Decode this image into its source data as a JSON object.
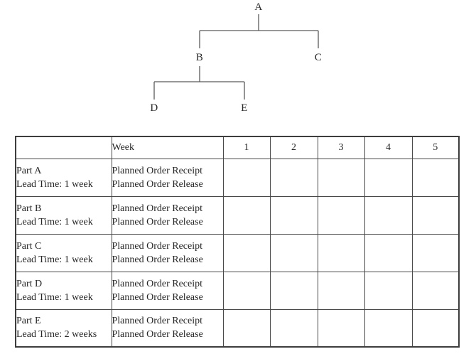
{
  "figure": {
    "type": "product-structure-tree-and-mrp-table"
  },
  "tree": {
    "nodes": [
      {
        "id": "a",
        "label": "A"
      },
      {
        "id": "b",
        "label": "B"
      },
      {
        "id": "c",
        "label": "C"
      },
      {
        "id": "d",
        "label": "D"
      },
      {
        "id": "e",
        "label": "E"
      }
    ],
    "edges": [
      {
        "from": "A",
        "to": "B"
      },
      {
        "from": "A",
        "to": "C"
      },
      {
        "from": "B",
        "to": "D"
      },
      {
        "from": "B",
        "to": "E"
      }
    ]
  },
  "table": {
    "header": {
      "part_col": "",
      "week_label": "Week",
      "weeks": [
        "1",
        "2",
        "3",
        "4",
        "5"
      ]
    },
    "rows": [
      {
        "part": "Part A",
        "lead_time": "Lead Time: 1 week",
        "line1": "Planned Order Receipt",
        "line2": "Planned Order Release",
        "week_cells": [
          "",
          "",
          "",
          "",
          ""
        ]
      },
      {
        "part": "Part B",
        "lead_time": "Lead Time: 1 week",
        "line1": "Planned Order Receipt",
        "line2": "Planned Order Release",
        "week_cells": [
          "",
          "",
          "",
          "",
          ""
        ]
      },
      {
        "part": "Part C",
        "lead_time": "Lead Time: 1 week",
        "line1": "Planned Order Receipt",
        "line2": "Planned Order Release",
        "week_cells": [
          "",
          "",
          "",
          "",
          ""
        ]
      },
      {
        "part": "Part D",
        "lead_time": "Lead Time: 1 week",
        "line1": "Planned Order Receipt",
        "line2": "Planned Order Release",
        "week_cells": [
          "",
          "",
          "",
          "",
          ""
        ]
      },
      {
        "part": "Part E",
        "lead_time": "Lead Time: 2 weeks",
        "line1": "Planned Order Receipt",
        "line2": "Planned Order Release",
        "week_cells": [
          "",
          "",
          "",
          "",
          ""
        ]
      }
    ]
  },
  "colors": {
    "background": "#ffffff",
    "text": "#262626",
    "table_border": "#474747",
    "tree_line": "#5a5a5a"
  }
}
